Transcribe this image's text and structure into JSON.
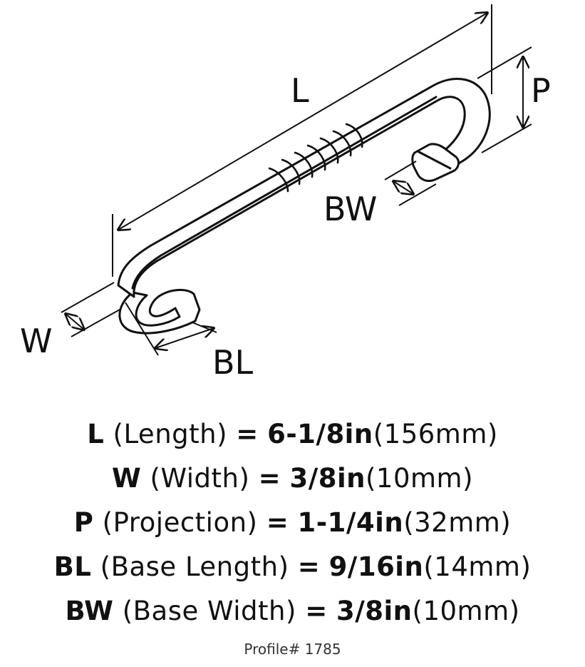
{
  "diagram": {
    "labels": {
      "L": "L",
      "P": "P",
      "BW": "BW",
      "W": "W",
      "BL": "BL"
    }
  },
  "specs": [
    {
      "code": "L",
      "name": "(Length)",
      "eq": "=",
      "imperial": "6-1/8in",
      "metric": "(156mm)"
    },
    {
      "code": "W",
      "name": "(Width)",
      "eq": "=",
      "imperial": "3/8in",
      "metric": "(10mm)"
    },
    {
      "code": "P",
      "name": "(Projection)",
      "eq": "=",
      "imperial": "1-1/4in",
      "metric": "(32mm)"
    },
    {
      "code": "BL",
      "name": "(Base Length)",
      "eq": "=",
      "imperial": "9/16in",
      "metric": "(14mm)"
    },
    {
      "code": "BW",
      "name": "(Base Width)",
      "eq": "=",
      "imperial": "3/8in",
      "metric": "(10mm)"
    }
  ],
  "profile": "Profile# 1785"
}
